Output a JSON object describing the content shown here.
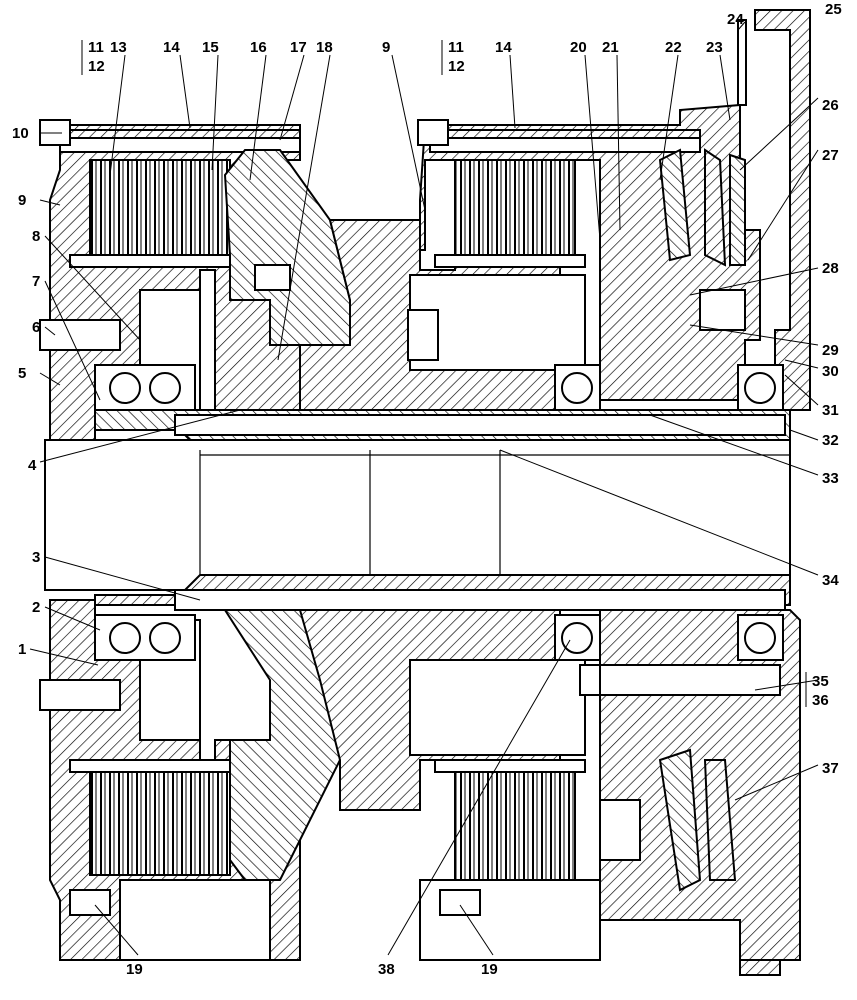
{
  "drawing": {
    "type": "sectional assembly drawing",
    "callouts": {
      "n1": "1",
      "n2": "2",
      "n3": "3",
      "n4": "4",
      "n5": "5",
      "n6": "6",
      "n7": "7",
      "n8": "8",
      "n9": "9",
      "n10": "10",
      "n11": "11",
      "n12": "12",
      "n13": "13",
      "n14": "14",
      "n15": "15",
      "n16": "16",
      "n17": "17",
      "n18": "18",
      "n19": "19",
      "n20": "20",
      "n21": "21",
      "n22": "22",
      "n23": "23",
      "n24": "24",
      "n25": "25",
      "n26": "26",
      "n27": "27",
      "n28": "28",
      "n29": "29",
      "n30": "30",
      "n31": "31",
      "n32": "32",
      "n33": "33",
      "n34": "34",
      "n35": "35",
      "n36": "36",
      "n37": "37",
      "n38": "38"
    }
  }
}
